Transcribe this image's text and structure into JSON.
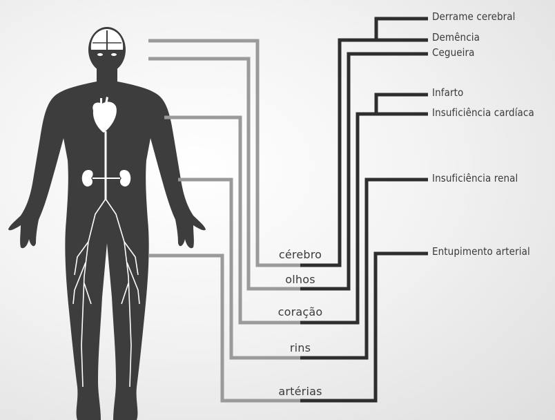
{
  "organs": [
    {
      "id": "cerebro",
      "label": "cérebro"
    },
    {
      "id": "olhos",
      "label": "olhos"
    },
    {
      "id": "coracao",
      "label": "coração"
    },
    {
      "id": "rins",
      "label": "rins"
    },
    {
      "id": "arterias",
      "label": "artérias"
    }
  ],
  "diseases": [
    {
      "id": "derrame",
      "label": "Derrame cerebral"
    },
    {
      "id": "demencia",
      "label": "Demência"
    },
    {
      "id": "cegueira",
      "label": "Cegueira"
    },
    {
      "id": "infarto",
      "label": "Infarto"
    },
    {
      "id": "insuf-cardiaca",
      "label": "Insuficiência cardíaca"
    },
    {
      "id": "insuf-renal",
      "label": "Insuficiência renal"
    },
    {
      "id": "entupimento",
      "label": "Entupimento arterial"
    }
  ],
  "colors": {
    "body": "#3d3d3d",
    "organ_light": "#ffffff",
    "line_light": "#9a9a9a",
    "line_dark": "#2e2e2e",
    "text": "#3a3a3a"
  }
}
